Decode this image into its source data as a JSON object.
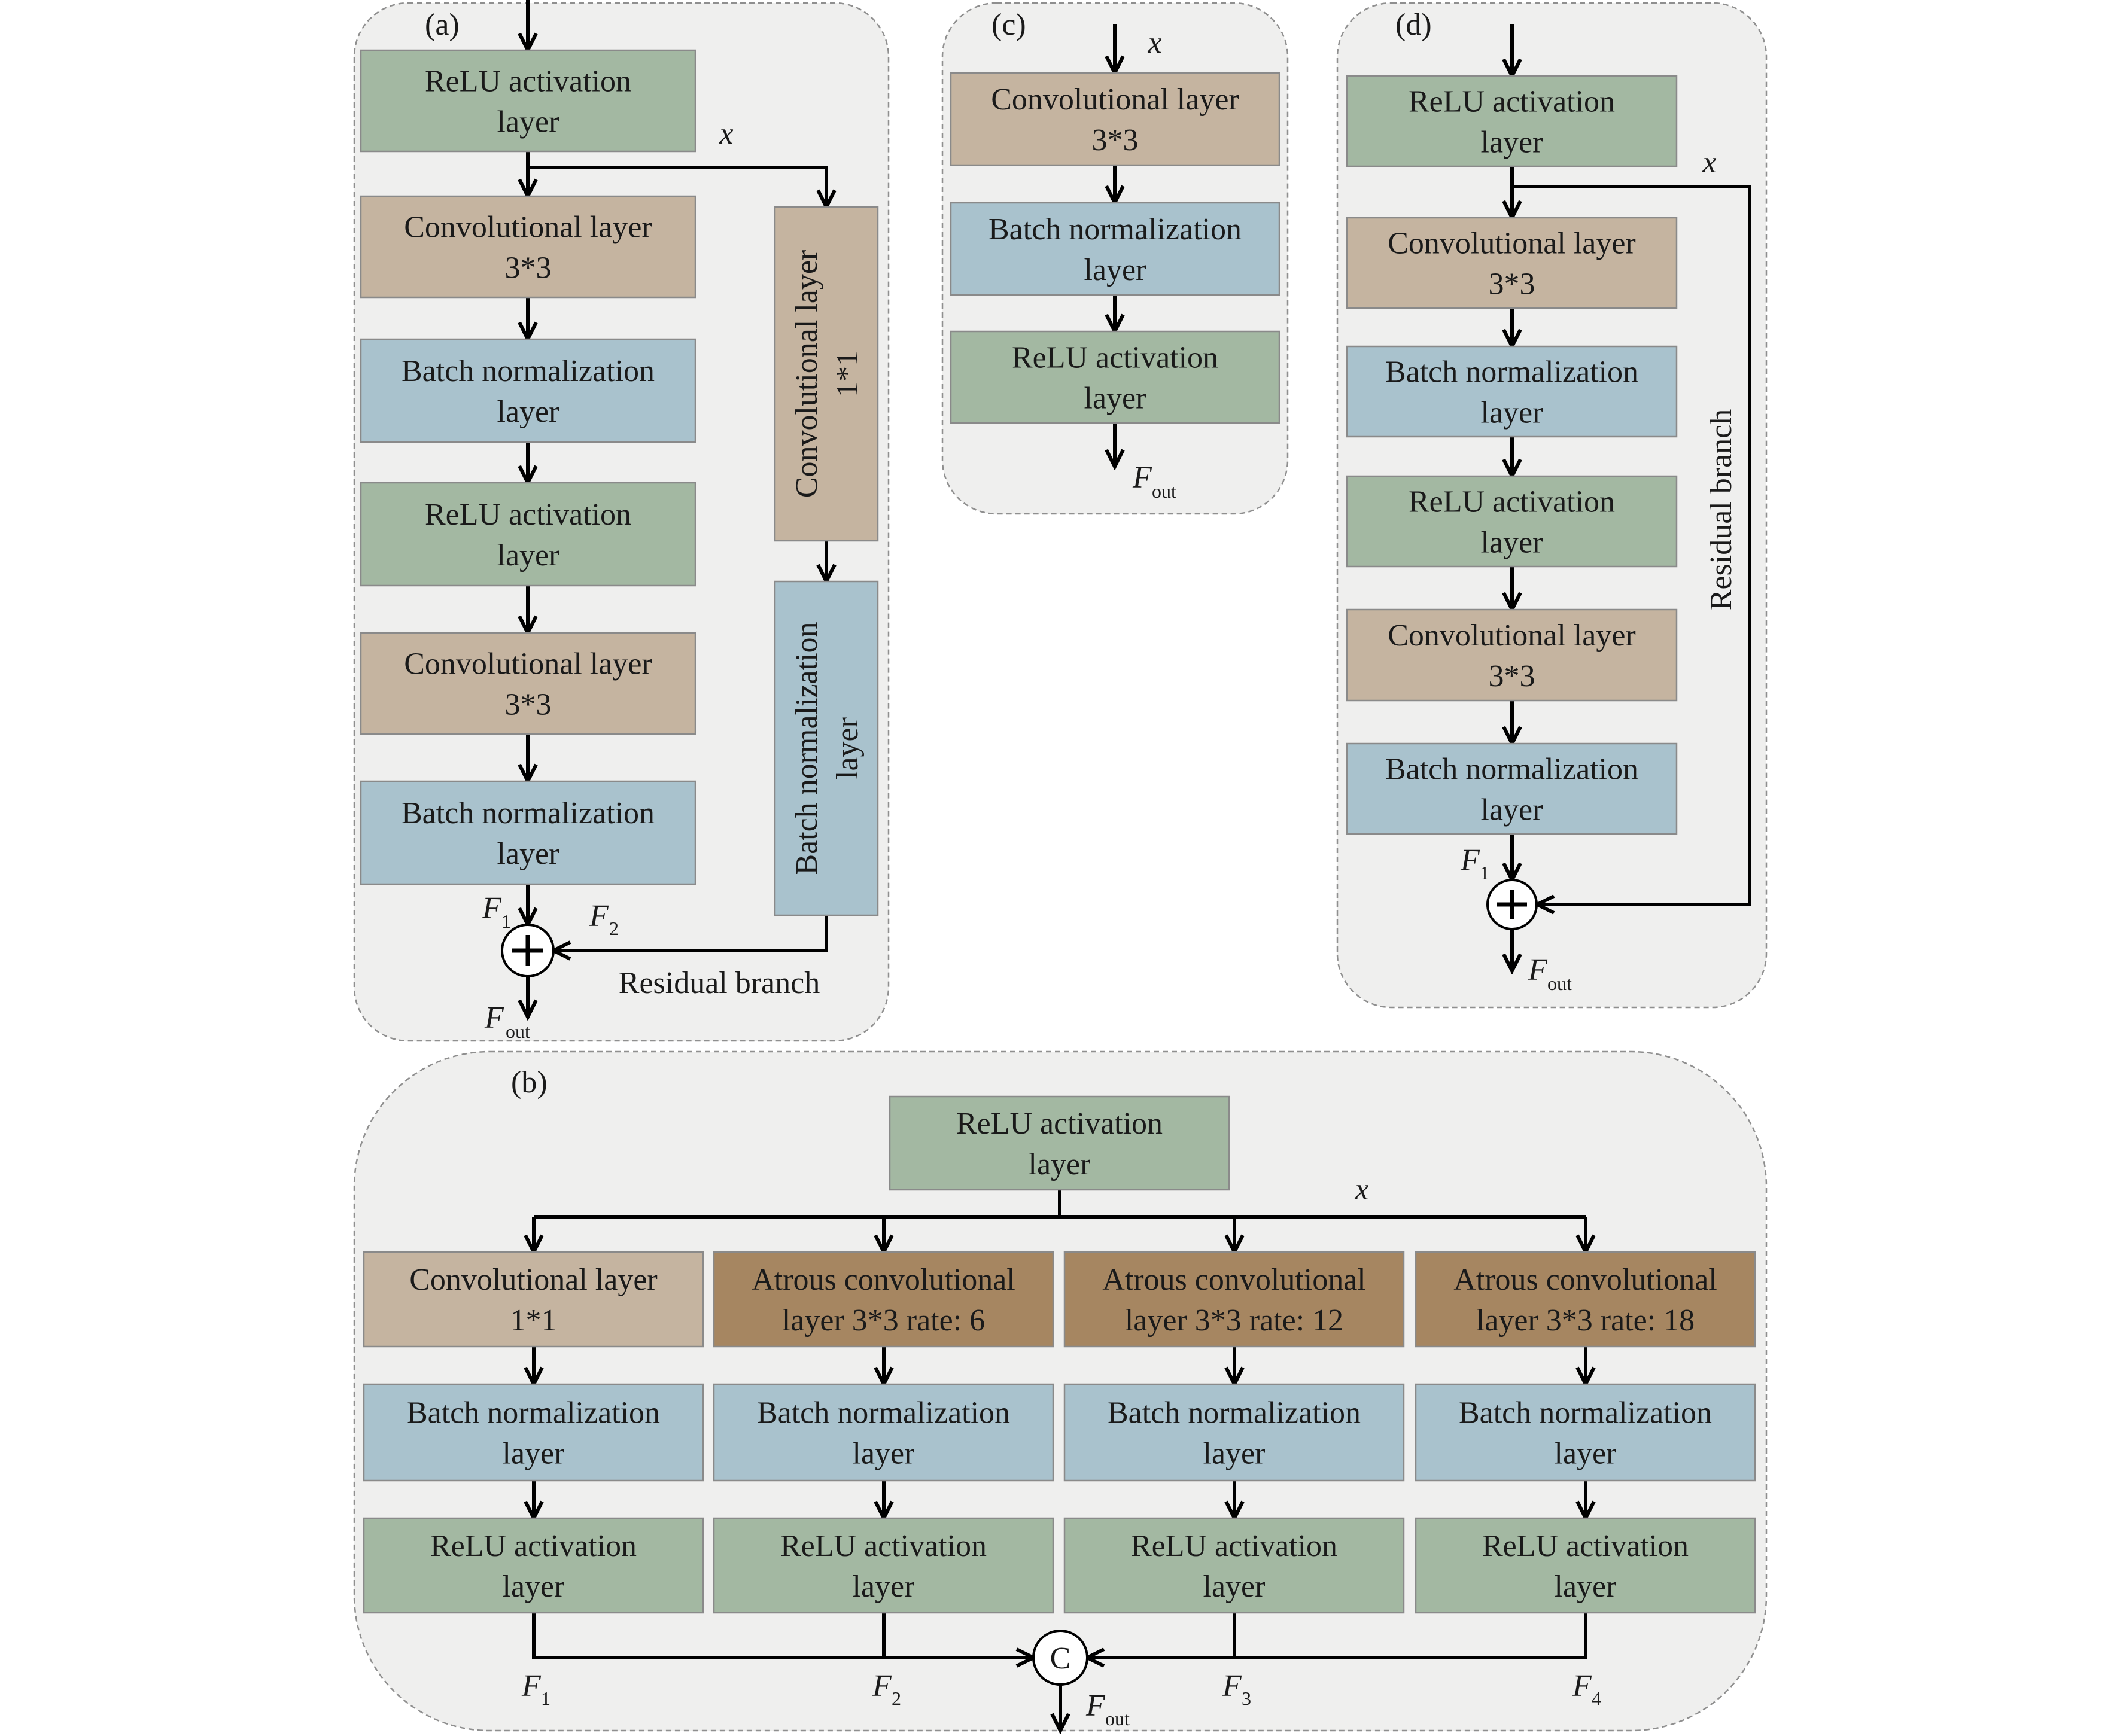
{
  "colors": {
    "relu": "#a3b8a2",
    "conv": "#c5b4a0",
    "bn": "#a9c2cd",
    "atrous": "#a68661",
    "panel": "#efefee",
    "line": "#000000"
  },
  "panel_a": {
    "label": "(a)",
    "input_label": "x",
    "main_boxes": [
      {
        "lines": [
          "ReLU activation",
          "layer"
        ]
      },
      {
        "lines": [
          "Convolutional layer",
          "3*3"
        ]
      },
      {
        "lines": [
          "Batch normalization",
          "layer"
        ]
      },
      {
        "lines": [
          "ReLU activation",
          "layer"
        ]
      },
      {
        "lines": [
          "Convolutional layer",
          "3*3"
        ]
      },
      {
        "lines": [
          "Batch normalization",
          "layer"
        ]
      }
    ],
    "branch_boxes": [
      {
        "lines": [
          "Convolutional layer",
          "1*1"
        ]
      },
      {
        "lines": [
          "Batch normalization",
          "layer"
        ]
      }
    ],
    "f1": {
      "main": "F",
      "sub": "1"
    },
    "f2": {
      "main": "F",
      "sub": "2"
    },
    "output": {
      "main": "F",
      "sub": "out"
    },
    "residual_label": "Residual branch"
  },
  "panel_b": {
    "label": "(b)",
    "input_box": {
      "lines": [
        "ReLU activation",
        "layer"
      ]
    },
    "input_label": "x",
    "branches": [
      {
        "boxes": [
          {
            "lines": [
              "Convolutional layer",
              "1*1"
            ]
          },
          {
            "lines": [
              "Batch normalization",
              "layer"
            ]
          },
          {
            "lines": [
              "ReLU activation",
              "layer"
            ]
          }
        ],
        "output": {
          "main": "F",
          "sub": "1"
        }
      },
      {
        "boxes": [
          {
            "lines": [
              "Atrous convolutional",
              "layer 3*3 rate: 6"
            ]
          },
          {
            "lines": [
              "Batch normalization",
              "layer"
            ]
          },
          {
            "lines": [
              "ReLU activation",
              "layer"
            ]
          }
        ],
        "output": {
          "main": "F",
          "sub": "2"
        }
      },
      {
        "boxes": [
          {
            "lines": [
              "Atrous convolutional",
              "layer 3*3 rate: 12"
            ]
          },
          {
            "lines": [
              "Batch normalization",
              "layer"
            ]
          },
          {
            "lines": [
              "ReLU activation",
              "layer"
            ]
          }
        ],
        "output": {
          "main": "F",
          "sub": "3"
        }
      },
      {
        "boxes": [
          {
            "lines": [
              "Atrous convolutional",
              "layer 3*3 rate: 18"
            ]
          },
          {
            "lines": [
              "Batch normalization",
              "layer"
            ]
          },
          {
            "lines": [
              "ReLU activation",
              "layer"
            ]
          }
        ],
        "output": {
          "main": "F",
          "sub": "4"
        }
      }
    ],
    "concat_symbol": "C",
    "output": {
      "main": "F",
      "sub": "out"
    }
  },
  "panel_c": {
    "label": "(c)",
    "input_label": "x",
    "boxes": [
      {
        "lines": [
          "Convolutional layer",
          "3*3"
        ]
      },
      {
        "lines": [
          "Batch normalization",
          "layer"
        ]
      },
      {
        "lines": [
          "ReLU activation",
          "layer"
        ]
      }
    ],
    "output": {
      "main": "F",
      "sub": "out"
    }
  },
  "panel_d": {
    "label": "(d)",
    "input_label": "x",
    "boxes": [
      {
        "lines": [
          "ReLU activation",
          "layer"
        ]
      },
      {
        "lines": [
          "Convolutional layer",
          "3*3"
        ]
      },
      {
        "lines": [
          "Batch normalization",
          "layer"
        ]
      },
      {
        "lines": [
          "ReLU activation",
          "layer"
        ]
      },
      {
        "lines": [
          "Convolutional layer",
          "3*3"
        ]
      },
      {
        "lines": [
          "Batch normalization",
          "layer"
        ]
      }
    ],
    "f1": {
      "main": "F",
      "sub": "1"
    },
    "output": {
      "main": "F",
      "sub": "out"
    },
    "residual_label": "Residual branch"
  }
}
